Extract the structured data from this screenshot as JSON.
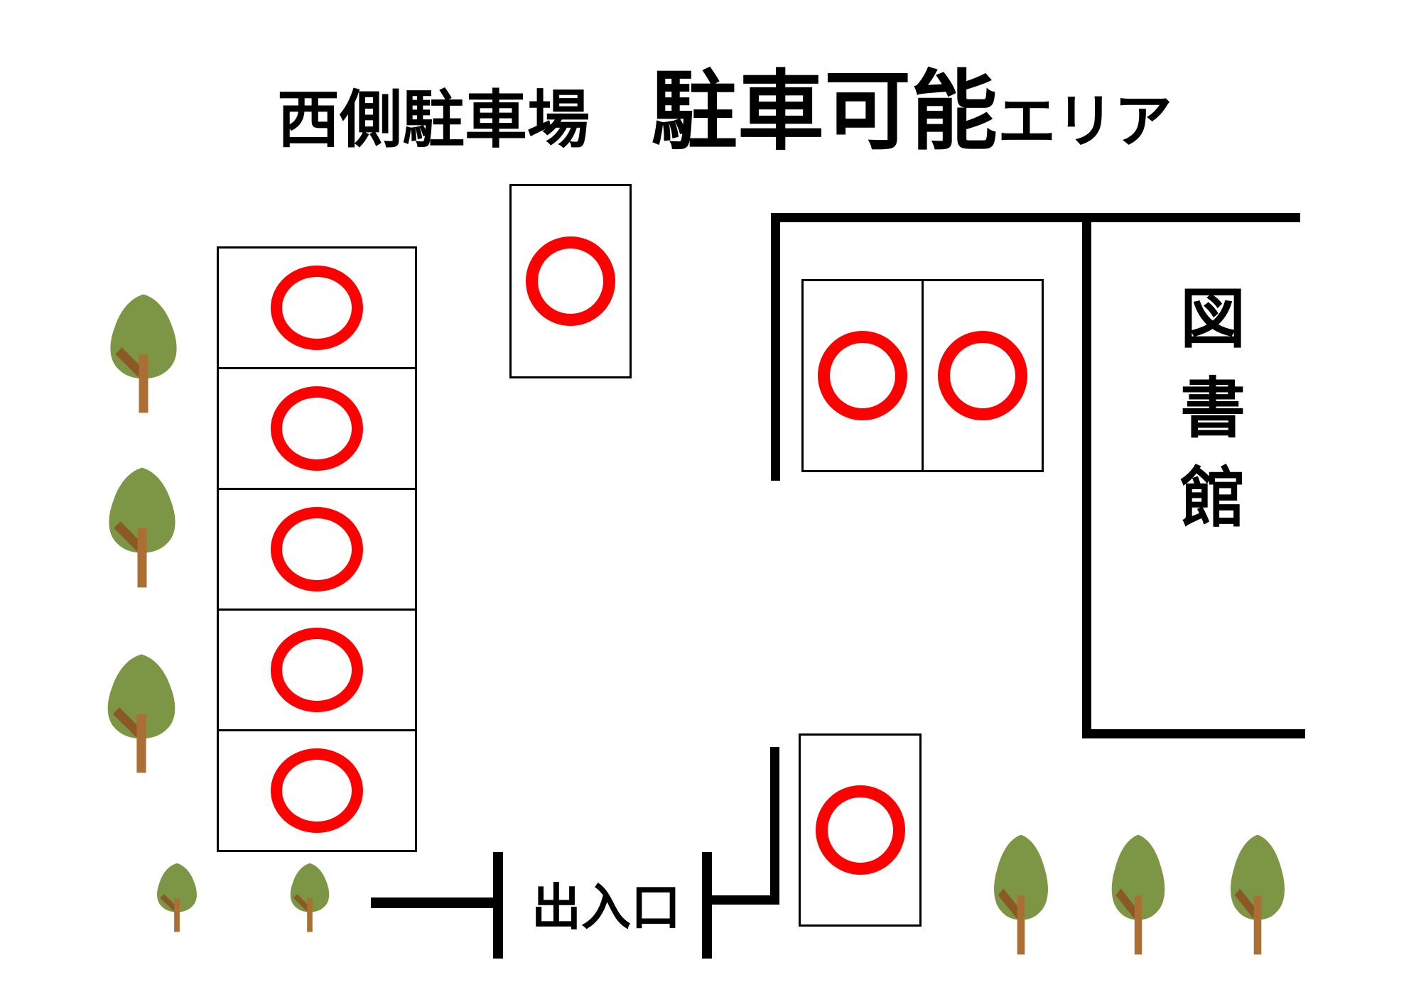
{
  "title": {
    "lot_name": "西側駐車場",
    "emphasis": "駐車可能",
    "suffix": "エリア"
  },
  "building": {
    "name": "図書館",
    "name_chars": [
      "図",
      "書",
      "館"
    ]
  },
  "entrance": {
    "label": "出入口"
  },
  "marker": {
    "shape": "red-circle",
    "meaning": "parking-available",
    "color": "#ff0000"
  },
  "parking": {
    "total_available_spaces": 9,
    "areas": [
      {
        "id": "west-column",
        "layout": "vertical-stack-of-5-horizontal-spaces",
        "spaces": [
          {
            "available": true
          },
          {
            "available": true
          },
          {
            "available": true
          },
          {
            "available": true
          },
          {
            "available": true
          }
        ]
      },
      {
        "id": "north-single",
        "layout": "single-vertical-space",
        "spaces": [
          {
            "available": true
          }
        ]
      },
      {
        "id": "east-pair",
        "layout": "two-vertical-spaces-side-by-side",
        "spaces": [
          {
            "available": true
          },
          {
            "available": true
          }
        ]
      },
      {
        "id": "south-single",
        "layout": "single-vertical-space",
        "spaces": [
          {
            "available": true
          }
        ]
      }
    ]
  },
  "scenery": {
    "left_large_trees": 3,
    "bottom_left_small_trees": 2,
    "bottom_right_trees": 3
  },
  "colors": {
    "background": "#ffffff",
    "walls": "#000000",
    "cell_border": "#000000",
    "marker_red": "#ff0000",
    "tree_canopy": "#7d9645",
    "tree_trunk": "#ac6f33",
    "tree_branch": "#8b5926"
  }
}
